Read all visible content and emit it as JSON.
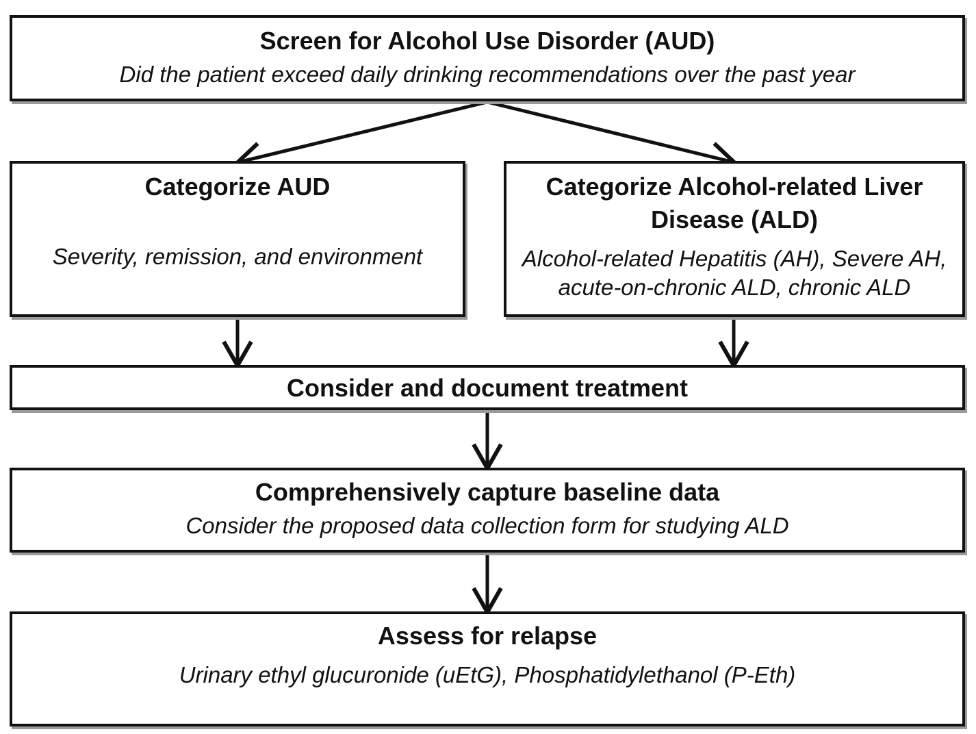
{
  "flowchart": {
    "screen": {
      "title": "Screen for Alcohol Use Disorder (AUD)",
      "subtitle": "Did the patient exceed daily drinking recommendations over the past year"
    },
    "categorize_aud": {
      "title": "Categorize AUD",
      "subtitle": "Severity, remission, and environment"
    },
    "categorize_ald": {
      "title": "Categorize Alcohol-related Liver Disease (ALD)",
      "subtitle": "Alcohol-related Hepatitis (AH), Severe AH, acute-on-chronic ALD, chronic ALD"
    },
    "treatment": {
      "title": "Consider and document treatment"
    },
    "baseline": {
      "title": "Comprehensively capture baseline data",
      "subtitle": "Consider the proposed data collection form for studying ALD"
    },
    "relapse": {
      "title": "Assess for relapse",
      "subtitle": "Urinary ethyl glucuronide (uEtG), Phosphatidylethanol (P-Eth)"
    }
  },
  "colors": {
    "stroke": "#111111",
    "shadow": "#9a9a9a",
    "background": "#ffffff"
  }
}
